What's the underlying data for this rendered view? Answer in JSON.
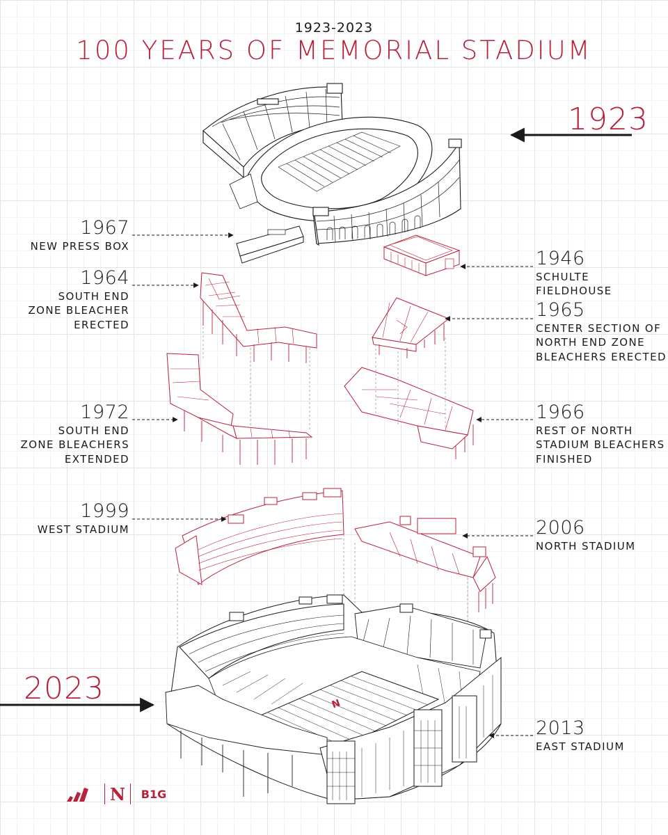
{
  "header": {
    "years_range": "1923-2023",
    "title": "100 Years of Memorial Stadium"
  },
  "milestones": {
    "m1923": {
      "year": "1923"
    },
    "m1967": {
      "year": "1967",
      "caption": "New press box"
    },
    "m1946": {
      "year": "1946",
      "caption": "Schulte Fieldhouse"
    },
    "m1964": {
      "year": "1964",
      "caption_lines": [
        "South End",
        "Zone Bleacher",
        "Erected"
      ]
    },
    "m1965": {
      "year": "1965",
      "caption_lines": [
        "Center section of",
        "north end zone",
        "bleachers erected"
      ]
    },
    "m1972": {
      "year": "1972",
      "caption_lines": [
        "South End",
        "Zone Bleachers",
        "Extended"
      ]
    },
    "m1966": {
      "year": "1966",
      "caption_lines": [
        "Rest of north",
        "stadium bleachers",
        "finished"
      ]
    },
    "m1999": {
      "year": "1999",
      "caption": "West Stadium"
    },
    "m2006": {
      "year": "2006",
      "caption": "North Stadium"
    },
    "m2023": {
      "year": "2023"
    },
    "m2013": {
      "year": "2013",
      "caption": "East Stadium"
    }
  },
  "field_logo": "N",
  "footer_logos": {
    "adidas": "adidas-logo",
    "nebraska": "N",
    "big_ten": "B1G"
  },
  "colors": {
    "accent": "#b8213a",
    "ink": "#1a1a1a",
    "grid": "#e4e4e4"
  }
}
